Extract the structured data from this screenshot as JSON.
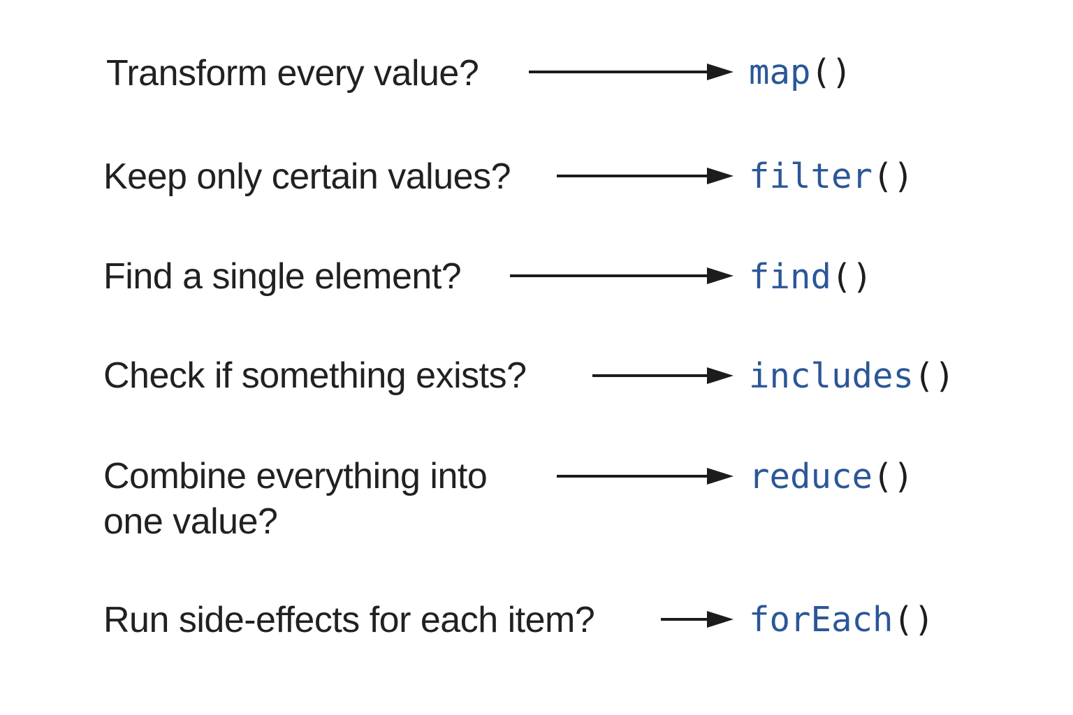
{
  "diagram": {
    "rows": [
      {
        "question": "Transform every value?",
        "method": "map",
        "parens": "()"
      },
      {
        "question": "Keep only certain values?",
        "method": "filter",
        "parens": "()"
      },
      {
        "question": "Find a single element?",
        "method": "find",
        "parens": "()"
      },
      {
        "question": "Check if something exists?",
        "method": "includes",
        "parens": "()"
      },
      {
        "question": "Combine everything into one value?",
        "method": "reduce",
        "parens": "()"
      },
      {
        "question": "Run side-effects for each item?",
        "method": "forEach",
        "parens": "()"
      }
    ],
    "colors": {
      "background": "#ffffff",
      "question_text": "#212121",
      "arrow": "#1c1c1c",
      "method_accent": "#2b5797",
      "parens": "#1d1d1d"
    }
  }
}
